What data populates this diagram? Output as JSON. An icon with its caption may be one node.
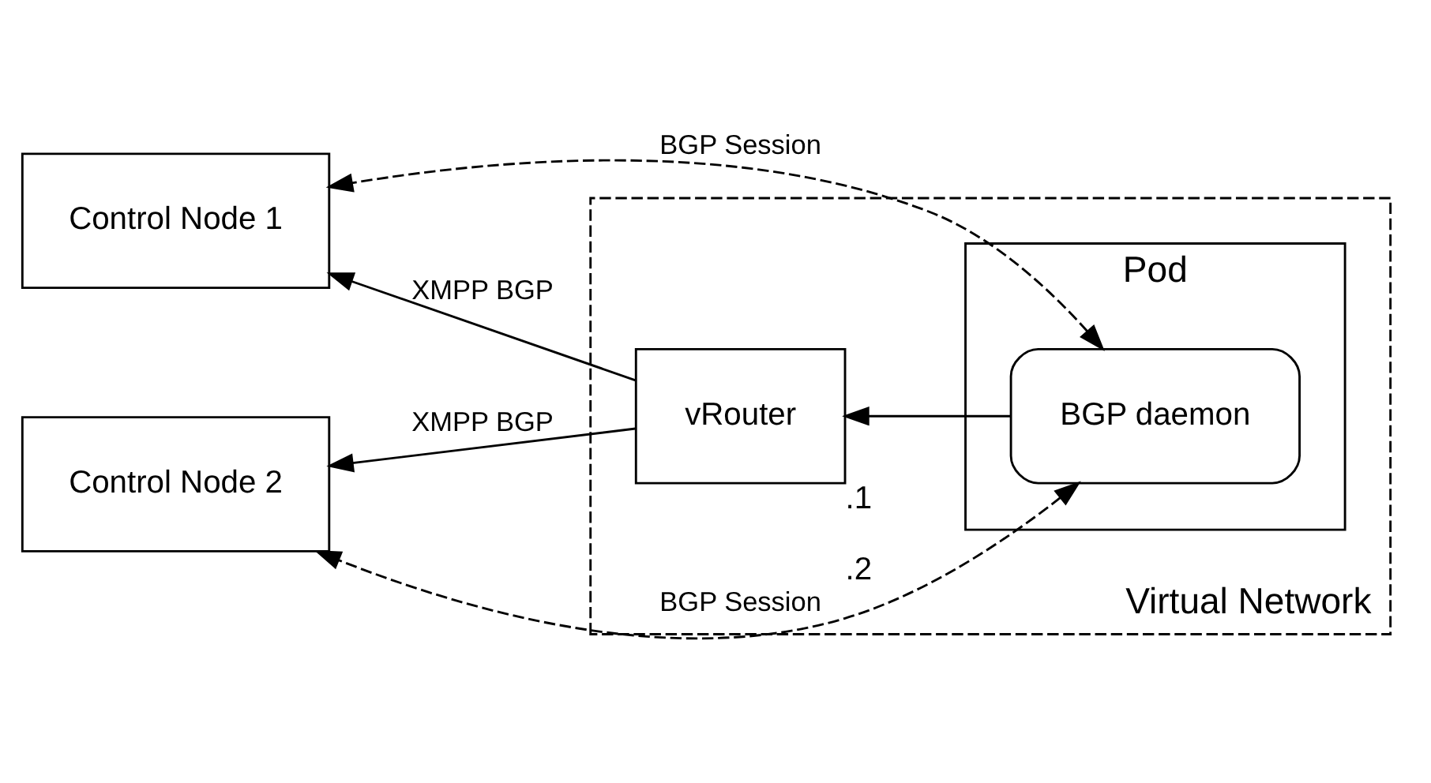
{
  "diagram": {
    "nodes": [
      {
        "text": [
          "Control Node 1"
        ]
      },
      {
        "text": [
          "Control Node 2"
        ]
      },
      {
        "text": [
          "Virtual Network"
        ]
      },
      {
        "text": [
          "vRouter"
        ],
        "in": 2,
        "beside": [
          ".1",
          ".2"
        ]
      },
      {
        "text": [
          "Pod"
        ],
        "in": 2
      },
      {
        "text": [
          "BGP daemon"
        ],
        "in": 4
      }
    ],
    "edges": [
      {
        "from": 3,
        "to": 0,
        "arrow": "to",
        "label": "XMPP BGP"
      },
      {
        "from": 3,
        "to": 1,
        "arrow": "to",
        "label": "XMPP BGP"
      },
      {
        "from": 5,
        "to": 3,
        "arrow": "to"
      },
      {
        "from": 5,
        "to": 0,
        "arrow": "both",
        "style": "dashed",
        "label": "BGP Session"
      },
      {
        "from": 5,
        "to": 1,
        "arrow": "both",
        "style": "dashed",
        "label": "BGP Session"
      }
    ]
  }
}
